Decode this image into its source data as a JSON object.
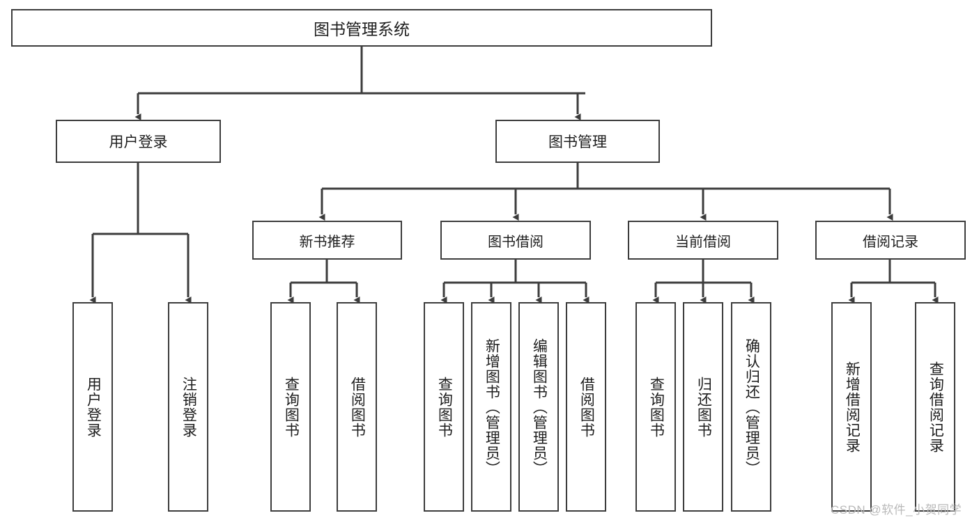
{
  "diagram": {
    "title": "图书管理系统",
    "type": "hierarchy-tree",
    "colors": {
      "background": "#ffffff",
      "border": "#3c3c3c",
      "connector": "#3c3c3c",
      "text": "#1d1d1d",
      "watermark": "#b9b9b9"
    },
    "root": {
      "label": "图书管理系统"
    },
    "level1": [
      {
        "label": "用户登录"
      },
      {
        "label": "图书管理"
      }
    ],
    "level2": [
      {
        "label": "新书推荐"
      },
      {
        "label": "图书借阅"
      },
      {
        "label": "当前借阅"
      },
      {
        "label": "借阅记录"
      }
    ],
    "leaves": {
      "user_login": [
        {
          "label": "用户登录"
        },
        {
          "label": "注销登录"
        }
      ],
      "new_book_recommend": [
        {
          "label": "查询图书"
        },
        {
          "label": "借阅图书"
        }
      ],
      "book_borrow": [
        {
          "label": "查询图书"
        },
        {
          "label": "新增图书（管理员）"
        },
        {
          "label": "编辑图书（管理员）"
        },
        {
          "label": "借阅图书"
        }
      ],
      "current_borrow": [
        {
          "label": "查询图书"
        },
        {
          "label": "归还图书"
        },
        {
          "label": "确认归还（管理员）"
        }
      ],
      "borrow_records": [
        {
          "label": "新增借阅记录"
        },
        {
          "label": "查询借阅记录"
        }
      ]
    },
    "watermark": "CSDN @软件_小贺同学"
  }
}
